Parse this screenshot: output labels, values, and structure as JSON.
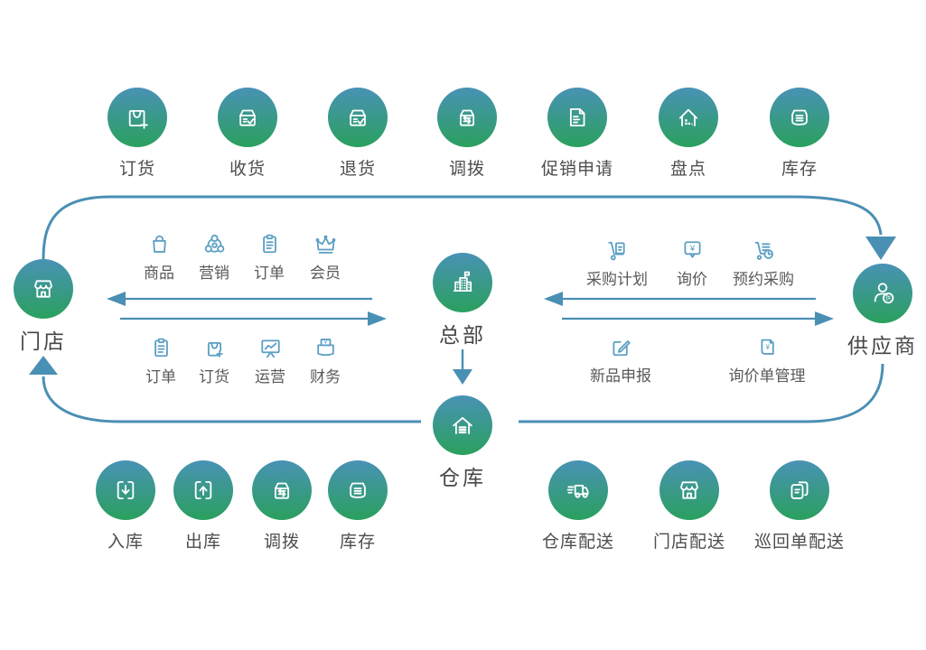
{
  "palette": {
    "circle_gradient_top": "#4992b5",
    "circle_gradient_bottom": "#2aa05e",
    "connector": "#4a8fb4",
    "small_icon": "#5b9fc4",
    "row_label_color": "#4d4d4d",
    "hub_label_color": "#464646"
  },
  "glyphs": {
    "yen": "¥",
    "supplier_badge": "供"
  },
  "top_row": [
    {
      "label": "订货",
      "icon": "bag-plus-icon"
    },
    {
      "label": "收货",
      "icon": "box-check-icon"
    },
    {
      "label": "退货",
      "icon": "box-check-icon"
    },
    {
      "label": "调拨",
      "icon": "box-swap-icon"
    },
    {
      "label": "促销申请",
      "icon": "document-icon"
    },
    {
      "label": "盘点",
      "icon": "house-dots-icon"
    },
    {
      "label": "库存",
      "icon": "storage-box-icon"
    }
  ],
  "hubs": {
    "store": {
      "label": "门店",
      "icon": "storefront-icon"
    },
    "headquarters": {
      "label": "总部",
      "icon": "building-flag-icon"
    },
    "supplier": {
      "label": "供应商",
      "icon": "supplier-person-icon"
    },
    "warehouse": {
      "label": "仓库",
      "icon": "warehouse-icon"
    }
  },
  "store_hq_links": {
    "top": [
      {
        "label": "商品",
        "icon": "bag-icon"
      },
      {
        "label": "营销",
        "icon": "network-icon"
      },
      {
        "label": "订单",
        "icon": "clipboard-icon"
      },
      {
        "label": "会员",
        "icon": "crown-icon"
      }
    ],
    "bottom": [
      {
        "label": "订单",
        "icon": "clipboard-icon"
      },
      {
        "label": "订货",
        "icon": "bag-plus-small-icon"
      },
      {
        "label": "运营",
        "icon": "chart-board-icon"
      },
      {
        "label": "财务",
        "icon": "cash-box-icon"
      }
    ]
  },
  "hq_supplier_links": {
    "top": [
      {
        "label": "采购计划",
        "icon": "cart-doc-icon"
      },
      {
        "label": "询价",
        "icon": "price-bubble-icon"
      },
      {
        "label": "预约采购",
        "icon": "cart-clock-icon"
      }
    ],
    "bottom": [
      {
        "label": "新品申报",
        "icon": "edit-box-icon"
      },
      {
        "label": "询价单管理",
        "icon": "doc-yen-icon"
      }
    ]
  },
  "bottom_left_row": [
    {
      "label": "入库",
      "icon": "inbound-icon"
    },
    {
      "label": "出库",
      "icon": "outbound-icon"
    },
    {
      "label": "调拨",
      "icon": "box-swap-icon"
    },
    {
      "label": "库存",
      "icon": "storage-box-icon"
    }
  ],
  "bottom_right_row": [
    {
      "label": "仓库配送",
      "icon": "truck-icon"
    },
    {
      "label": "门店配送",
      "icon": "storefront-icon"
    },
    {
      "label": "巡回单配送",
      "icon": "stacked-docs-icon"
    }
  ]
}
